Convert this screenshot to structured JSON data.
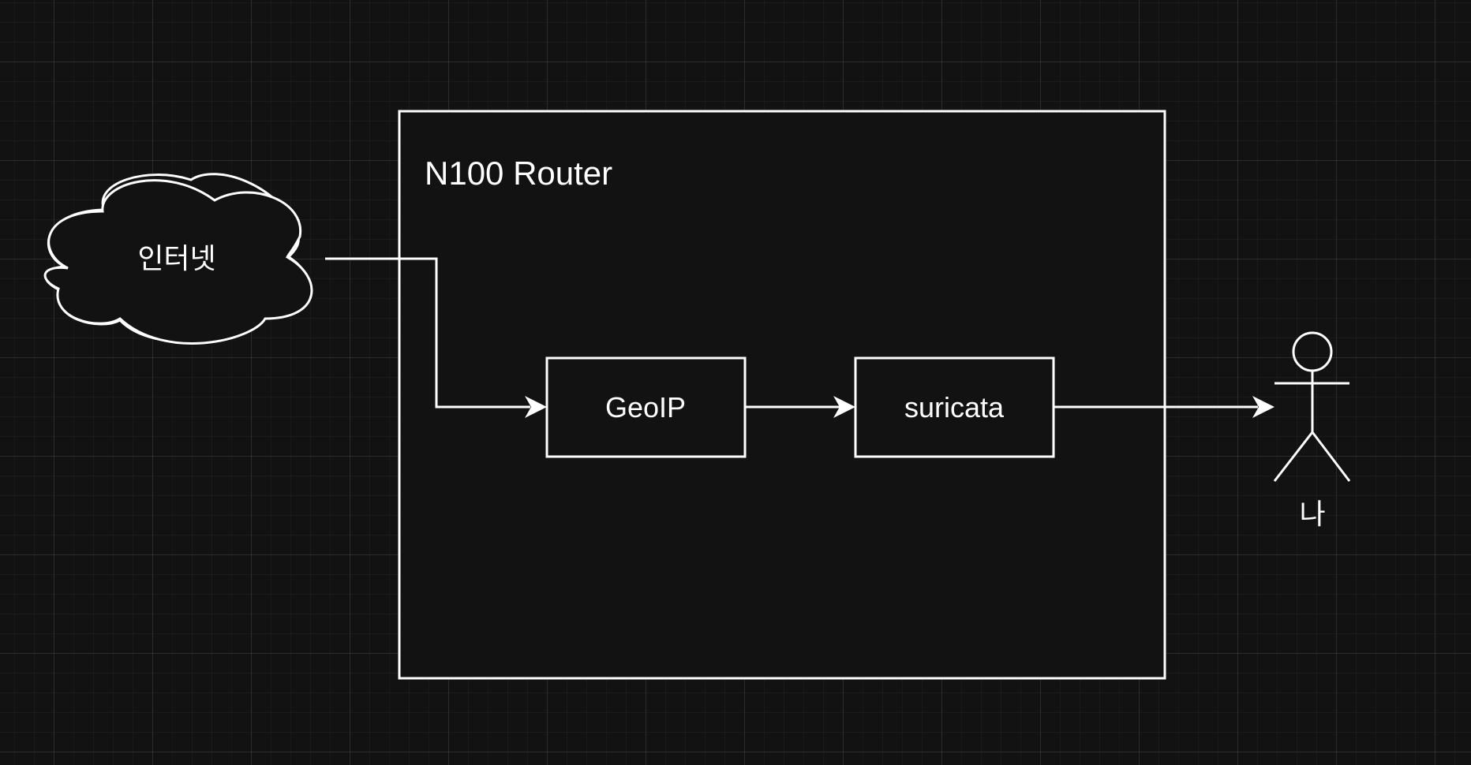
{
  "diagram": {
    "container_title": "N100 Router",
    "internet_label": "인터넷",
    "geoip_label": "GeoIP",
    "suricata_label": "suricata",
    "user_label": "나",
    "colors": {
      "background": "#121212",
      "stroke": "#ffffff",
      "text": "#ffffff"
    }
  }
}
